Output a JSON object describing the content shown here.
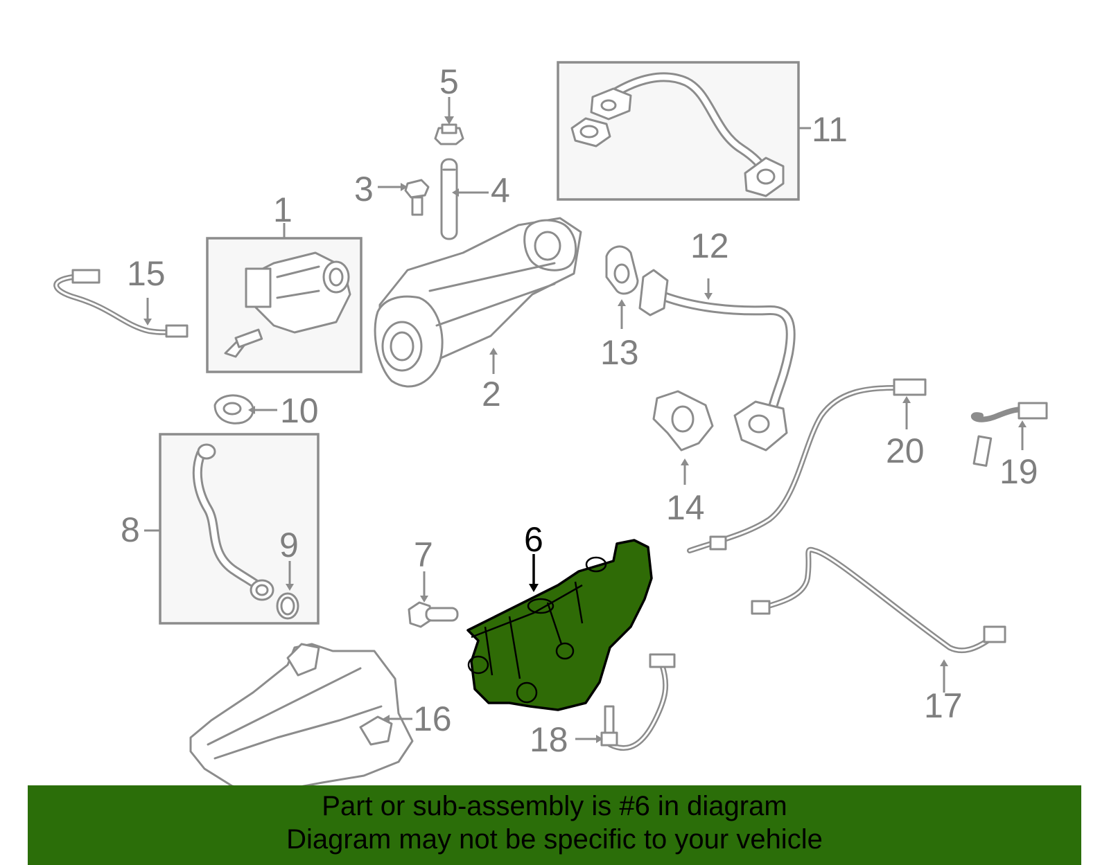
{
  "diagram": {
    "labels": [
      {
        "id": "1",
        "text": "1"
      },
      {
        "id": "2",
        "text": "2"
      },
      {
        "id": "3",
        "text": "3"
      },
      {
        "id": "4",
        "text": "4"
      },
      {
        "id": "5",
        "text": "5"
      },
      {
        "id": "6",
        "text": "6"
      },
      {
        "id": "7",
        "text": "7"
      },
      {
        "id": "8",
        "text": "8"
      },
      {
        "id": "9",
        "text": "9"
      },
      {
        "id": "10",
        "text": "10"
      },
      {
        "id": "11",
        "text": "11"
      },
      {
        "id": "12",
        "text": "12"
      },
      {
        "id": "13",
        "text": "13"
      },
      {
        "id": "14",
        "text": "14"
      },
      {
        "id": "15",
        "text": "15"
      },
      {
        "id": "16",
        "text": "16"
      },
      {
        "id": "17",
        "text": "17"
      },
      {
        "id": "18",
        "text": "18"
      },
      {
        "id": "19",
        "text": "19"
      },
      {
        "id": "20",
        "text": "20"
      }
    ],
    "highlighted_part": "6",
    "colors": {
      "highlight_fill": "#2f6b06",
      "part_stroke": "#8c8c8c",
      "label_gray": "#7f7f7f",
      "banner_green": "#2b6e09"
    }
  },
  "banner": {
    "line1": "Part or sub-assembly is #6 in diagram",
    "line2": "Diagram may not be specific to your vehicle"
  }
}
